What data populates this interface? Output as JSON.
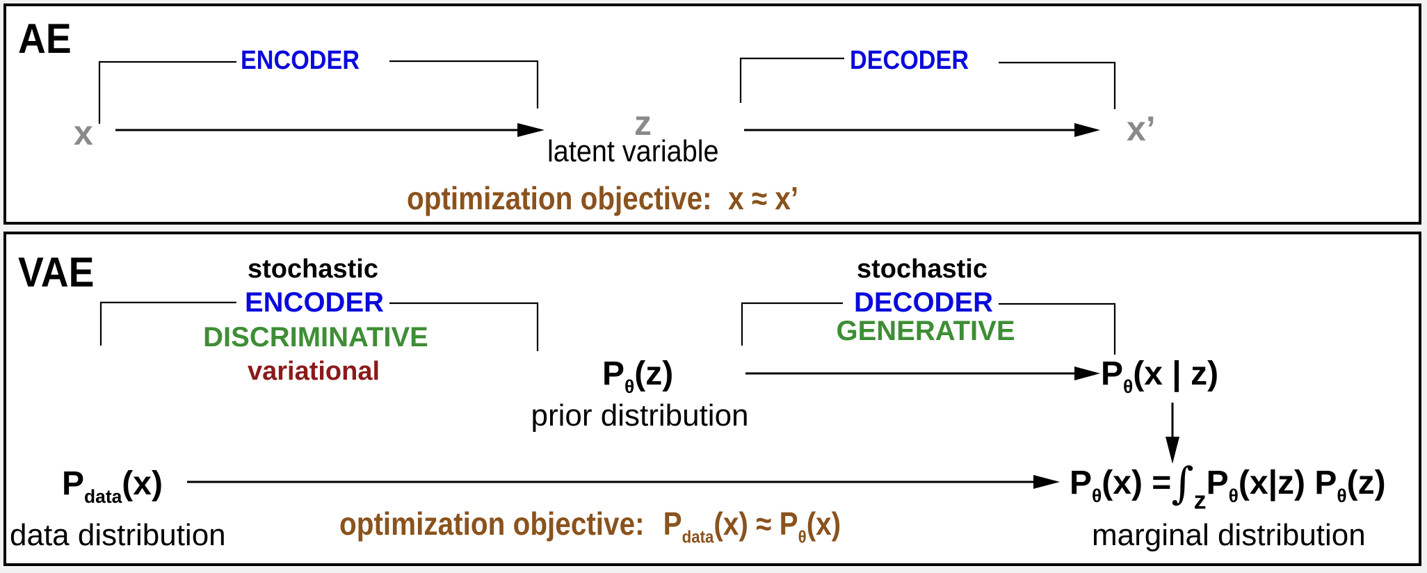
{
  "ae": {
    "title": "AE",
    "encoder_label": "ENCODER",
    "decoder_label": "DECODER",
    "input": "x",
    "latent": "z",
    "latent_caption": "latent variable",
    "output": "x’",
    "objective_label": "optimization objective:",
    "objective_expr": "x ≈ x’"
  },
  "vae": {
    "title": "VAE",
    "encoder": {
      "qualifier": "stochastic",
      "label": "ENCODER",
      "type": "DISCRIMINATIVE",
      "method": "variational"
    },
    "decoder": {
      "qualifier": "stochastic",
      "label": "DECODER",
      "type": "GENERATIVE"
    },
    "prior": {
      "symbol": "P",
      "subscript": "θ",
      "arg": "(z)",
      "caption": "prior distribution"
    },
    "likelihood": {
      "symbol": "P",
      "subscript": "θ",
      "arg": "(x | z)"
    },
    "data": {
      "symbol": "P",
      "subscript": "data",
      "arg": "(x)",
      "caption": "data distribution"
    },
    "marginal": {
      "lhs_symbol": "P",
      "lhs_subscript": "θ",
      "lhs_arg": "(x)",
      "equals": "=",
      "integral": "∫",
      "integral_var": "z",
      "term1_symbol": "P",
      "term1_subscript": "θ",
      "term1_arg": "(x|z)",
      "term2_symbol": "P",
      "term2_subscript": "θ",
      "term2_arg": "(z)",
      "caption": "marginal distribution"
    },
    "objective_label": "optimization objective:",
    "objective_lhs_symbol": "P",
    "objective_lhs_subscript": "data",
    "objective_lhs_arg": "(x)",
    "objective_approx": "≈",
    "objective_rhs_symbol": "P",
    "objective_rhs_subscript": "θ",
    "objective_rhs_arg": "(x)"
  },
  "colors": {
    "encoder_decoder": "#0a0adc",
    "discriminative_generative": "#3e8e35",
    "variational": "#8b1a1a",
    "objective": "#8a521d",
    "variables_ae": "#8a8a8a"
  }
}
